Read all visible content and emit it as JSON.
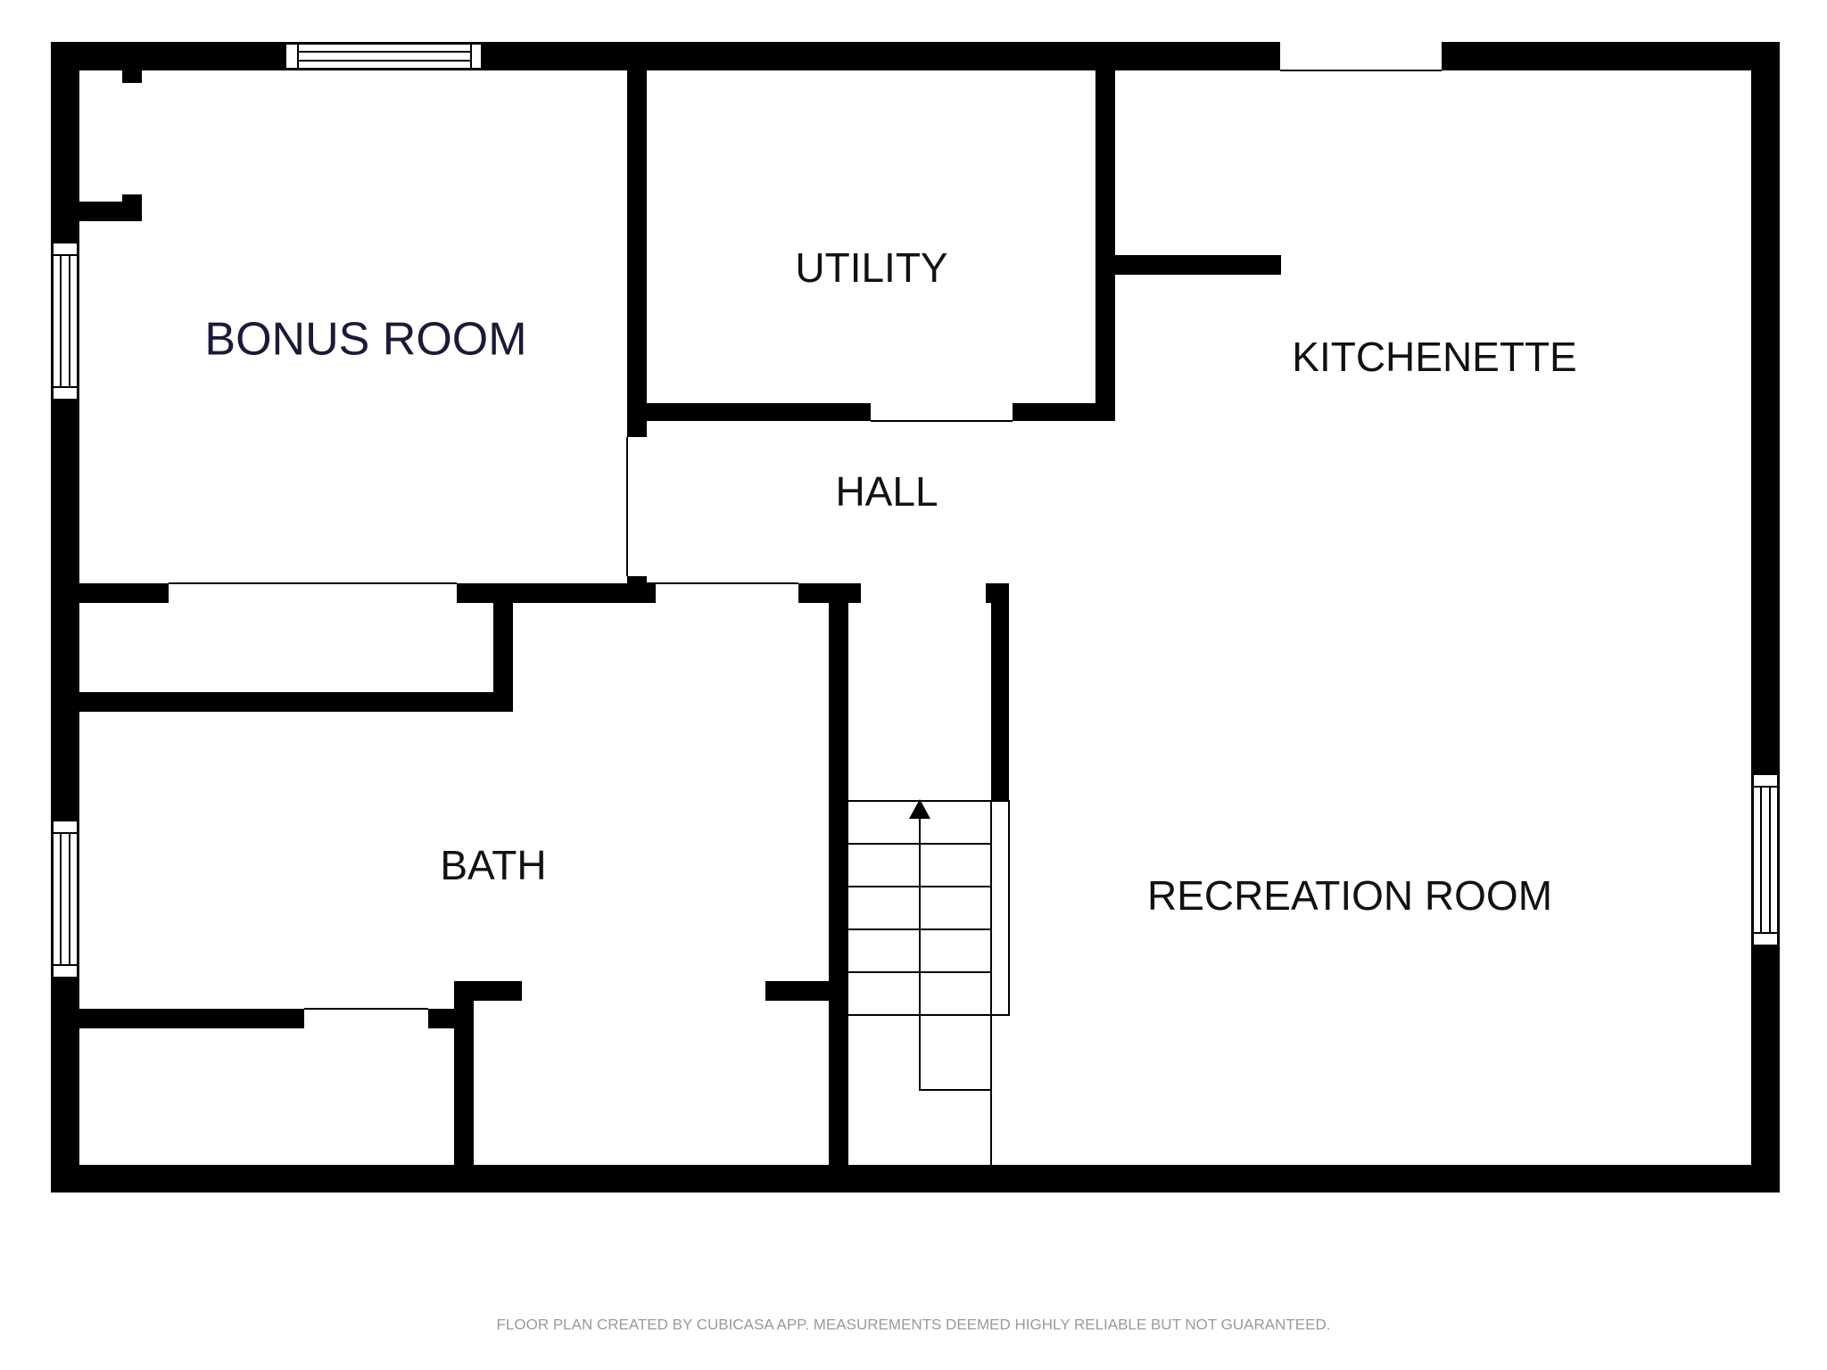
{
  "rooms": {
    "bonus_room": "BONUS ROOM",
    "utility": "UTILITY",
    "kitchenette": "KITCHENETTE",
    "hall": "HALL",
    "bath": "BATH",
    "recreation_room": "RECREATION ROOM"
  },
  "footer": {
    "note": "FLOOR PLAN CREATED BY CUBICASA APP. MEASUREMENTS DEEMED HIGHLY RELIABLE BUT NOT GUARANTEED."
  },
  "colors": {
    "wall": "#000000",
    "background": "#ffffff",
    "label": "#111111",
    "footer": "#9a9a9a"
  }
}
